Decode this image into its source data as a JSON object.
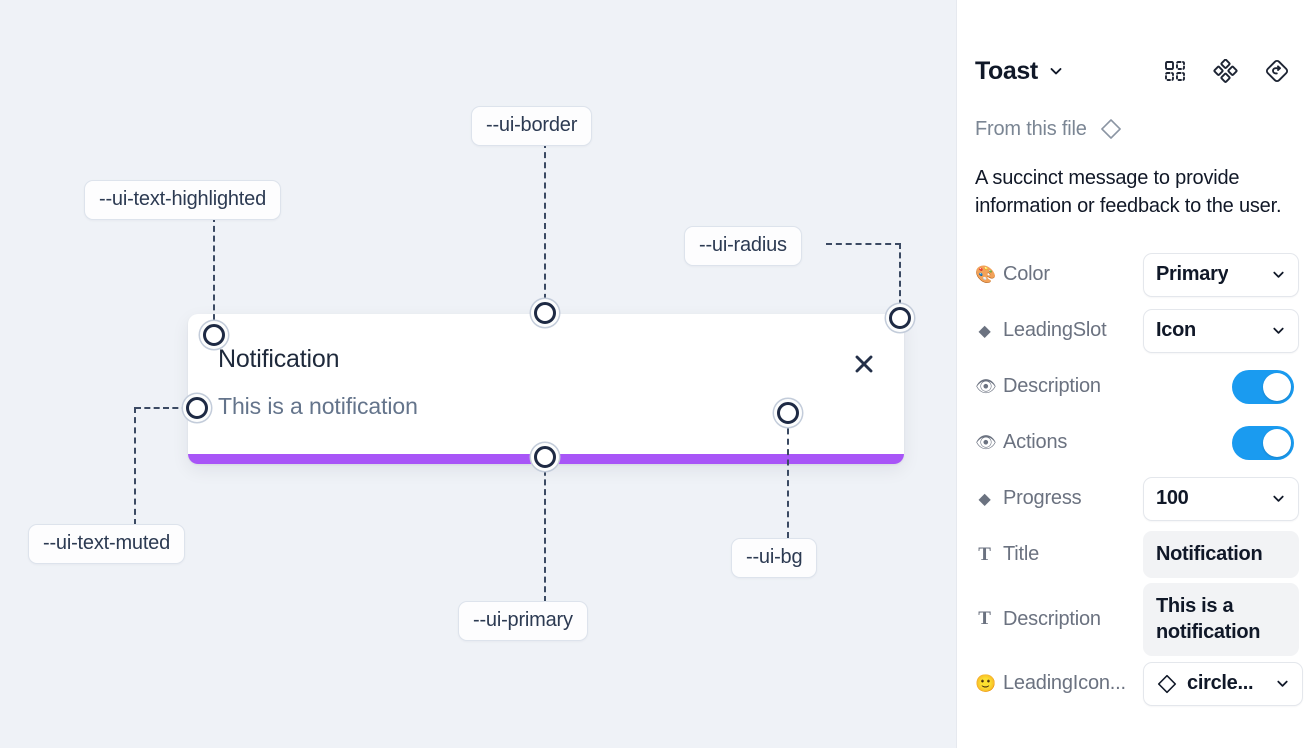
{
  "canvas": {
    "background_color": "#eff2f7",
    "toast": {
      "title": "Notification",
      "description": "This is a notification",
      "close_icon": "close-icon",
      "progress_color": "#a855f7",
      "background_color": "#ffffff"
    },
    "annotations": [
      {
        "id": "ui-text-highlighted",
        "label": "--ui-text-highlighted"
      },
      {
        "id": "ui-border",
        "label": "--ui-border"
      },
      {
        "id": "ui-radius",
        "label": "--ui-radius"
      },
      {
        "id": "ui-text-muted",
        "label": "--ui-text-muted"
      },
      {
        "id": "ui-primary",
        "label": "--ui-primary"
      },
      {
        "id": "ui-bg",
        "label": "--ui-bg"
      }
    ]
  },
  "panel": {
    "title": "Toast",
    "title_caret_icon": "chevron-down-icon",
    "header_icons": [
      {
        "name": "component-grid-icon"
      },
      {
        "name": "variants-dots-icon"
      },
      {
        "name": "reset-diamond-icon"
      }
    ],
    "from_file": {
      "label": "From this file",
      "icon": "diamond-icon"
    },
    "description": "A succinct message to provide information or feedback to the user.",
    "properties": [
      {
        "name": "color",
        "icon": "palette-emoji",
        "icon_glyph": "🎨",
        "label": "Color",
        "control": "select",
        "value": "Primary"
      },
      {
        "name": "leading-slot",
        "icon": "diamond-icon",
        "icon_glyph": "◆",
        "label": "LeadingSlot",
        "control": "select",
        "value": "Icon"
      },
      {
        "name": "description",
        "icon": "eye-emoji",
        "icon_glyph": "👁",
        "label": "Description",
        "control": "toggle",
        "value": "on"
      },
      {
        "name": "actions",
        "icon": "eye-emoji",
        "icon_glyph": "👁",
        "label": "Actions",
        "control": "toggle",
        "value": "on"
      },
      {
        "name": "progress",
        "icon": "diamond-icon",
        "icon_glyph": "◆",
        "label": "Progress",
        "control": "select",
        "value": "100"
      },
      {
        "name": "title",
        "icon": "text-icon",
        "icon_glyph": "T",
        "label": "Title",
        "control": "textbox",
        "value": "Notification"
      },
      {
        "name": "description-text",
        "icon": "text-icon",
        "icon_glyph": "T",
        "label": "Description",
        "control": "textbox",
        "value": "This is a notification"
      },
      {
        "name": "leading-icon",
        "icon": "smiley-emoji",
        "icon_glyph": "🙂",
        "label": "LeadingIcon...",
        "control": "select-icon",
        "value": "circle..."
      }
    ],
    "toggle_color": "#1a9bf0"
  }
}
